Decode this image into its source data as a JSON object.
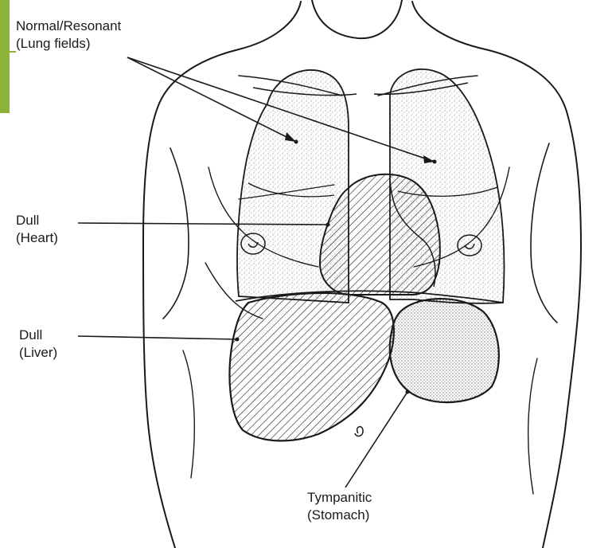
{
  "labels": {
    "lung": {
      "line1": "Normal/Resonant",
      "line2": "(Lung fields)"
    },
    "heart": {
      "line1": "Dull",
      "line2": "(Heart)"
    },
    "liver": {
      "line1": "Dull",
      "line2": "(Liver)"
    },
    "stomach": {
      "line1": "Tympanitic",
      "line2": "(Stomach)"
    }
  },
  "colors": {
    "accent": "#8bb33a",
    "ink": "#1a1a1a",
    "stipple": "#555555",
    "paper": "#ffffff"
  }
}
